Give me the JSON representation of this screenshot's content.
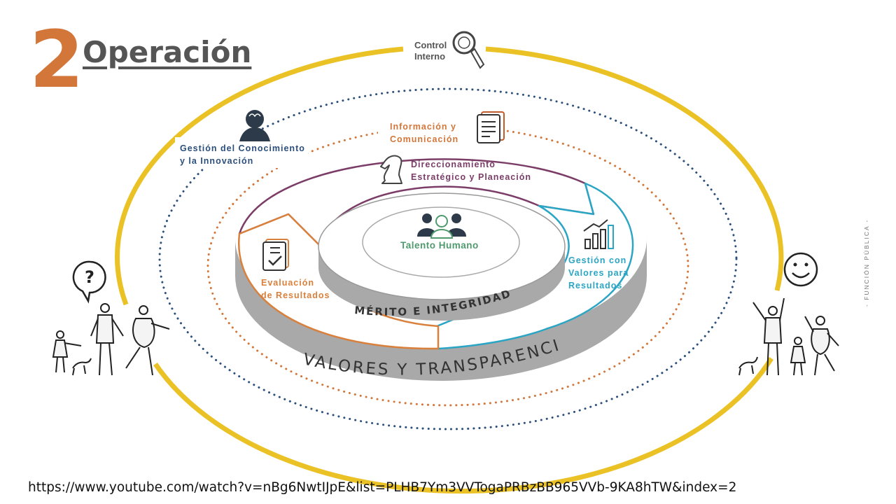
{
  "header": {
    "number": "2",
    "title": "Operación"
  },
  "control": {
    "label": "Control\nInterno"
  },
  "labels": {
    "conocimiento": "Gestión del Conocimiento\ny la Innovación",
    "informacion": "Información y\nComunicación",
    "direccionamiento": "Direccionamiento\nEstratégico y Planeación",
    "gestion_valores": "Gestión con\nValores para\nResultados",
    "evaluacion": "Evaluación\nde Resultados",
    "talento": "Talento Humano",
    "merito": "MÉRITO E INTEGRIDAD",
    "valores": "VALORES Y TRANSPARENCIA"
  },
  "side_text": "- FUNCIÓN PÚBLICA -",
  "footer": {
    "url": "https://www.youtube.com/watch?v=nBg6NwtIJpE&list=PLHB7Ym3VVTogaPRBzBB965VVb-9KA8hTW&index=2"
  },
  "colors": {
    "accent_orange": "#d2763a",
    "ring_yellow": "#ebc225",
    "dotted_blue": "#2c4f7c",
    "dotted_orange": "#d2763a",
    "arc_purple": "#7b3d67",
    "arc_teal": "#2aa5c4",
    "arc_orange": "#d9803c",
    "green_text": "#4f9a6e"
  },
  "icons": [
    "search-icon",
    "brain-head-icon",
    "document-icon",
    "chess-knight-icon",
    "bar-chart-icon",
    "checklist-icon",
    "people-group-icon",
    "question-bubble-icon",
    "smiley-icon"
  ]
}
